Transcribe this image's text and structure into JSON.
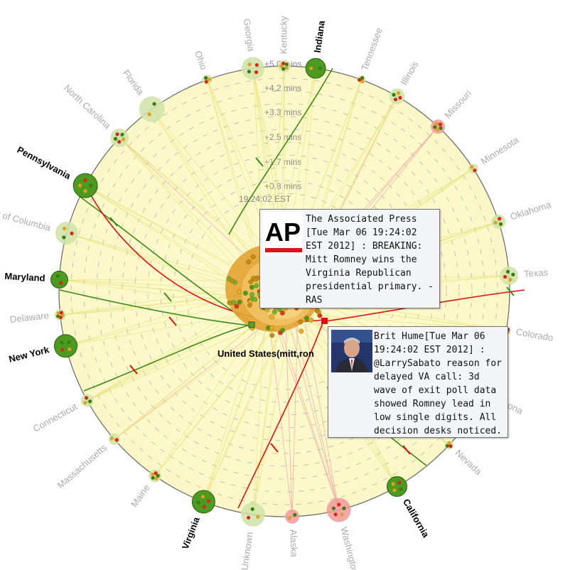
{
  "center_label": "United States(mitt,ron",
  "center_time_label": "19:24:02 EST",
  "time_rings": [
    "+5.0 mins",
    "+4.2 mins",
    "+3.3 mins",
    "+2.5 mins",
    "+1.7 mins",
    "+0.8 mins"
  ],
  "states": [
    {
      "name": "Indiana",
      "style": "bold",
      "node_color": "#4c9a1f"
    },
    {
      "name": "Tennessee",
      "style": "muted",
      "node_color": "#cfe3a8"
    },
    {
      "name": "Illinois",
      "style": "muted",
      "node_color": "#cfe3a8"
    },
    {
      "name": "Missouri",
      "style": "muted",
      "node_color": "#f09a9a"
    },
    {
      "name": "Minnesota",
      "style": "muted",
      "node_color": "#cfe3a8"
    },
    {
      "name": "Oklahoma",
      "style": "muted",
      "node_color": "#cfe3a8"
    },
    {
      "name": "Texas",
      "style": "muted",
      "node_color": "#cfe3a8"
    },
    {
      "name": "Colorado",
      "style": "muted",
      "node_color": "#cfe3a8"
    },
    {
      "name": "Arizona",
      "style": "muted",
      "node_color": "#cfe3a8"
    },
    {
      "name": "Nevada",
      "style": "muted",
      "node_color": "#cfe3a8"
    },
    {
      "name": "California",
      "style": "bold",
      "node_color": "#4c9a1f"
    },
    {
      "name": "Washington",
      "style": "muted",
      "node_color": "#f09a9a"
    },
    {
      "name": "Alaska",
      "style": "muted",
      "node_color": "#f09a9a"
    },
    {
      "name": "Unknown",
      "style": "muted",
      "node_color": "#cfe3a8"
    },
    {
      "name": "Virginia",
      "style": "bold",
      "node_color": "#4c9a1f"
    },
    {
      "name": "Maine",
      "style": "muted",
      "node_color": "#cfe3a8"
    },
    {
      "name": "Massachusetts",
      "style": "muted",
      "node_color": "#cfe3a8"
    },
    {
      "name": "Connecticut",
      "style": "muted",
      "node_color": "#cfe3a8"
    },
    {
      "name": "New York",
      "style": "bold",
      "node_color": "#4c9a1f"
    },
    {
      "name": "Delaware",
      "style": "muted",
      "node_color": "#cfe3a8"
    },
    {
      "name": "Maryland",
      "style": "bold",
      "node_color": "#4c9a1f"
    },
    {
      "name": "District of Columbia",
      "style": "muted",
      "node_color": "#cfe3a8"
    },
    {
      "name": "Pennsylvania",
      "style": "bold",
      "node_color": "#4c9a1f"
    },
    {
      "name": "North Carolina",
      "style": "muted",
      "node_color": "#cfe3a8"
    },
    {
      "name": "Florida",
      "style": "muted",
      "node_color": "#cfe3a8"
    },
    {
      "name": "Ohio",
      "style": "muted",
      "node_color": "#cfe3a8"
    },
    {
      "name": "Georgia",
      "style": "muted",
      "node_color": "#cfe3a8"
    },
    {
      "name": "Kentucky",
      "style": "muted",
      "node_color": "#cfe3a8"
    }
  ],
  "tooltips": {
    "ap": {
      "logo_text": "AP",
      "text": "The Associated Press [Tue Mar 06 19:24:02 EST 2012] : BREAKING: Mitt Romney wins the Virginia Republican presidential primary. - RAS"
    },
    "brit": {
      "text": "Brit Hume[Tue Mar 06 19:24:02 EST 2012] : @LarrySabato reason for delayed VA call: 3d wave of exit poll data showed Romney lead in low single digits. All decision desks noticed."
    }
  },
  "colors": {
    "disc": "#fdfbd2",
    "ring": "#777777",
    "green": "#3d8a12",
    "red": "#e01010",
    "center_orange": "#e0a030"
  }
}
